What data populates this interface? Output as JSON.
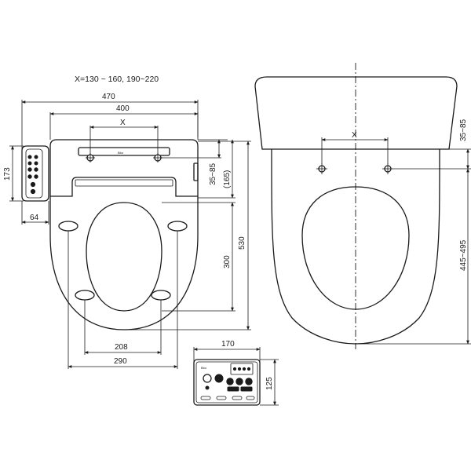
{
  "note": "X=130 ~ 160, 190~220",
  "left_view": {
    "overall_width": "470",
    "hinge_width": "400",
    "mount_spacing": "X",
    "panel_height": "173",
    "panel_depth": "64",
    "mount_offset": "35~85",
    "mount_offset_b": "(165)",
    "seat_length": "530",
    "opening_length": "300",
    "foot_spacing_inner": "208",
    "foot_spacing_outer": "290"
  },
  "right_view": {
    "mount_spacing": "X",
    "mount_offset": "35~85",
    "bowl_length": "445~495"
  },
  "remote": {
    "width": "170",
    "height": "125"
  },
  "colors": {
    "line": "#1a1a1a",
    "background": "#ffffff"
  }
}
